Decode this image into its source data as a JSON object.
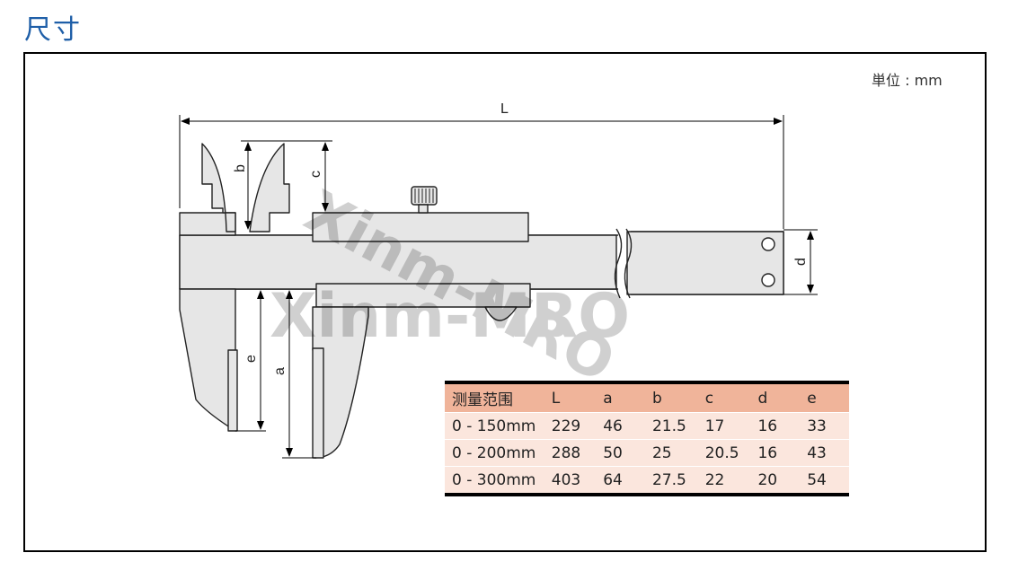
{
  "title": "尺寸",
  "unit_label": "単位 : mm",
  "watermark": [
    "Xinm-MRO",
    "Xinm-MRO"
  ],
  "dimension_labels": {
    "L": "L",
    "a": "a",
    "b": "b",
    "c": "c",
    "d": "d",
    "e": "e"
  },
  "table": {
    "headers": [
      "测量范围",
      "L",
      "a",
      "b",
      "c",
      "d",
      "e"
    ],
    "rows": [
      [
        "0 - 150mm",
        "229",
        "46",
        "21.5",
        "17",
        "16",
        "33"
      ],
      [
        "0 - 200mm",
        "288",
        "50",
        "25",
        "20.5",
        "16",
        "43"
      ],
      [
        "0 - 300mm",
        "403",
        "64",
        "27.5",
        "22",
        "20",
        "54"
      ]
    ]
  }
}
